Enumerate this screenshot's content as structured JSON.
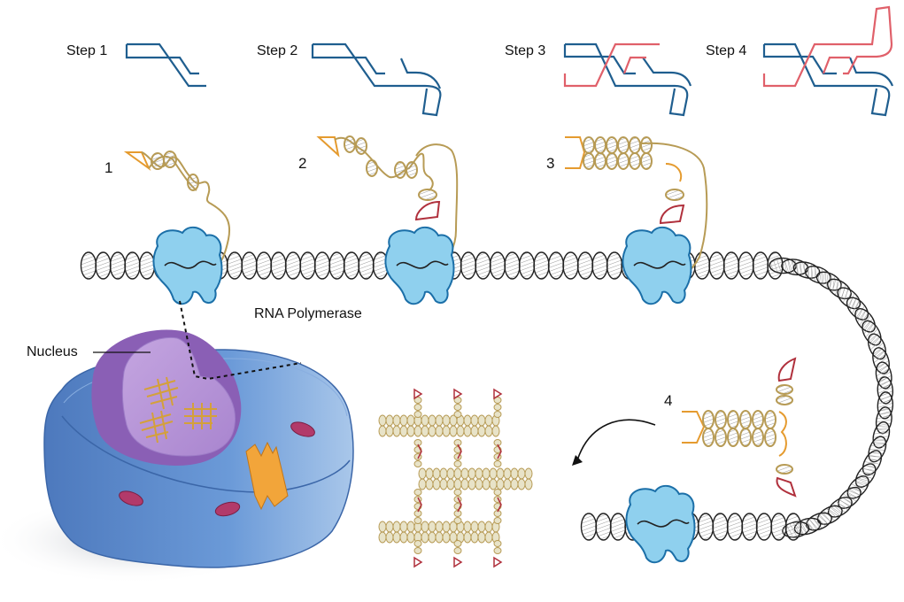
{
  "title": "Holliday junction / DNA nanostructure assembly via RNA Polymerase transcription",
  "colors": {
    "strand_blue": "#1f5e8f",
    "strand_red": "#e0606a",
    "rna_tan": "#b79b55",
    "rna_orange": "#e59b2f",
    "rna_red": "#b0303c",
    "dna_outline": "#222222",
    "polymerase_fill": "#8fd0ee",
    "polymerase_stroke": "#1b6fa8",
    "cell_fill": "#5b8fd1",
    "nucleus_fill": "#b896d6",
    "nucleus_rim": "#8a5fb5",
    "organelle_red": "#b23a6a",
    "organelle_orange": "#f2a53a"
  },
  "steps": [
    {
      "label": "Step 1"
    },
    {
      "label": "Step 2"
    },
    {
      "label": "Step 3"
    },
    {
      "label": "Step 4"
    }
  ],
  "stages": [
    {
      "label": "1"
    },
    {
      "label": "2"
    },
    {
      "label": "3"
    },
    {
      "label": "4"
    }
  ],
  "labels": {
    "polymerase": "RNA Polymerase",
    "nucleus": "Nucleus"
  }
}
